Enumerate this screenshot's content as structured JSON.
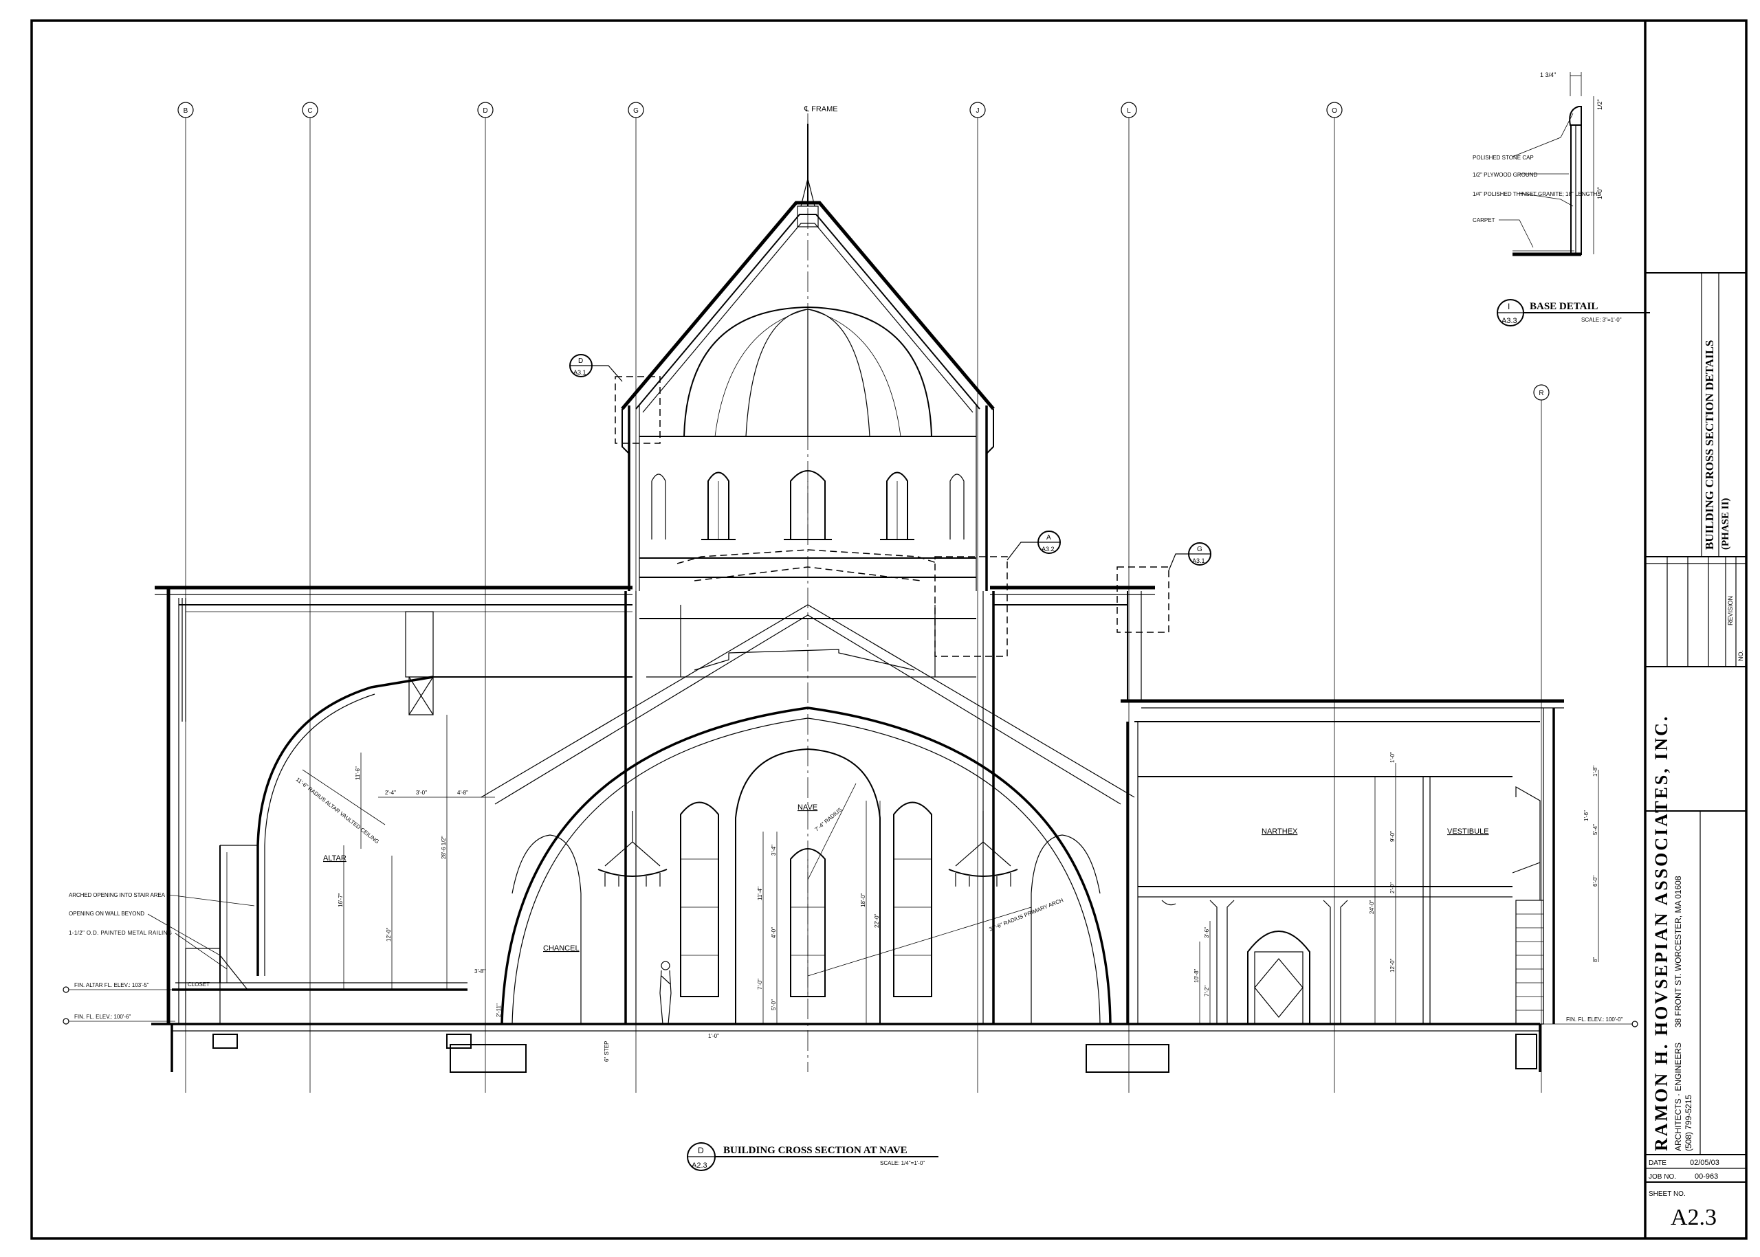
{
  "title_block": {
    "firm_name": "RAMON H. HOVSEPIAN ASSOCIATES, INC.",
    "firm_disciplines": "ARCHITECTS · ENGINEERS",
    "firm_address": "38 FRONT ST. WORCESTER, MA 01608",
    "firm_phone": "(508) 799-5215",
    "sheet_title": "BUILDING CROSS SECTION DETAILS",
    "phase": "(PHASE II)",
    "revision_no_label": "NO.",
    "revision_label": "REVISION",
    "date_label": "DATE",
    "date_value": "02/05/03",
    "job_label": "JOB NO.",
    "job_value": "00-963",
    "sheet_no_label": "SHEET NO.",
    "sheet_no_value": "A2.3"
  },
  "grid_lines": [
    "B",
    "C",
    "D",
    "G",
    "J",
    "L",
    "O",
    "R"
  ],
  "frame_label": "℄ FRAME",
  "main_section": {
    "tag_top": "D",
    "tag_bottom": "A2.3",
    "title": "BUILDING CROSS SECTION AT NAVE",
    "scale": "SCALE: 1/4\"=1'-0\""
  },
  "base_detail": {
    "tag_top": "I",
    "tag_bottom": "A3.3",
    "title": "BASE DETAIL",
    "scale": "SCALE: 3\"=1'-0\"",
    "notes": [
      "POLISHED STONE CAP",
      "1/2\" PLYWOOD GROUND",
      "1/4\" POLISHED THINSET GRANITE; 18\" LENGTHS",
      "CARPET"
    ],
    "dims": [
      "1 3/4\"",
      "1'-0\"",
      "1/2\""
    ]
  },
  "callouts": [
    {
      "top": "D",
      "bottom": "A3.1"
    },
    {
      "top": "A",
      "bottom": "A3.2"
    },
    {
      "top": "G",
      "bottom": "A3.1"
    }
  ],
  "room_labels": [
    "ALTAR",
    "NAVE",
    "CHANCEL",
    "NARTHEX",
    "VESTIBULE",
    "CLOSET"
  ],
  "notes": {
    "arched_opening": "ARCHED OPENING INTO STAIR AREA",
    "opening_on_wall": "OPENING ON WALL BEYOND",
    "railing": "1-1/2\" O.D. PAINTED METAL RAILING",
    "vaulted": "11'-6\" RADIUS ALTAR VAULTED CEILING",
    "primary_arch": "37'-6\" RADIUS PRIMARY ARCH",
    "nave_radius": "7'-4\" RADIUS",
    "step": "6\" STEP"
  },
  "elevations": {
    "altar": "FIN. ALTAR FL. ELEV.: 103'-5\"",
    "fin_fl_left": "FIN. FL. ELEV.: 100'-6\"",
    "fin_fl_right": "FIN. FL. ELEV.: 100'-0\""
  },
  "dims": [
    "11'-6\"",
    "2'-4\"",
    "3'-0\"",
    "4'-8\"",
    "28'-6 1/2\"",
    "16'-7\"",
    "12'-0\"",
    "2'-11\"",
    "3'-8\"",
    "1'-0\"",
    "3'-4\"",
    "11'-4\"",
    "4'-0\"",
    "18'-0\"",
    "22'-0\"",
    "5'-0\"",
    "7'-0\"",
    "1'-0\"",
    "9'-0\"",
    "2'-0\"",
    "24'-0\"",
    "12'-0\"",
    "10'-8\"",
    "3'-6\"",
    "7'-2\"",
    "1'-8\"",
    "5'-4\"",
    "6'-0\"",
    "1'-6\"",
    "8\""
  ]
}
